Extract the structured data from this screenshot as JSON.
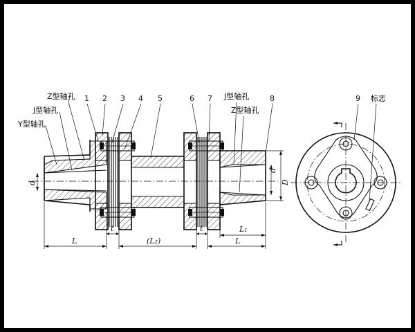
{
  "labels": {
    "z_bore_left": "Z型轴孔",
    "j_bore_left": "J型轴孔",
    "y_bore_left": "Y型轴孔",
    "j_bore_right": "J型轴孔",
    "z_bore_right": "Z型轴孔",
    "mark": "标志"
  },
  "part_numbers": [
    "1",
    "2",
    "3",
    "4",
    "5",
    "6",
    "7",
    "8",
    "9"
  ],
  "dimensions": {
    "L_left": "L",
    "L2": "(L₂)",
    "L_right": "L",
    "L1": "L₁",
    "t_left": "t",
    "t_right": "t",
    "d_left": "d",
    "d_right": "d",
    "D_right": "D"
  }
}
